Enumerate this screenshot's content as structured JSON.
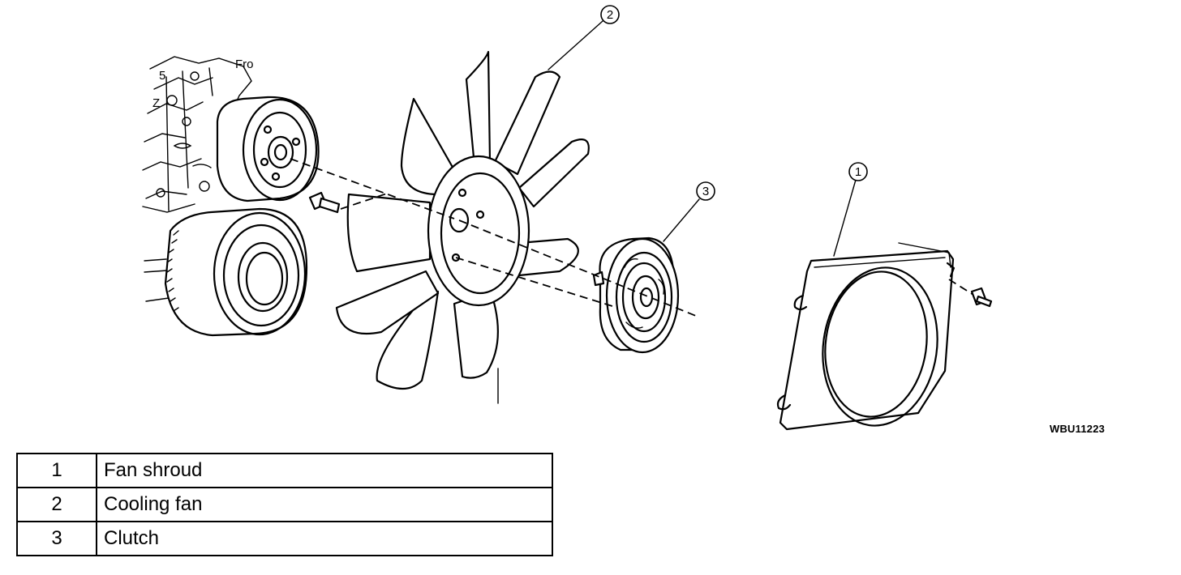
{
  "callouts": [
    {
      "number": "1"
    },
    {
      "number": "2"
    },
    {
      "number": "3"
    }
  ],
  "figure_code": "WBU11223",
  "legend": [
    {
      "number": "1",
      "description": "Fan shroud"
    },
    {
      "number": "2",
      "description": "Cooling fan"
    },
    {
      "number": "3",
      "description": "Clutch"
    }
  ]
}
